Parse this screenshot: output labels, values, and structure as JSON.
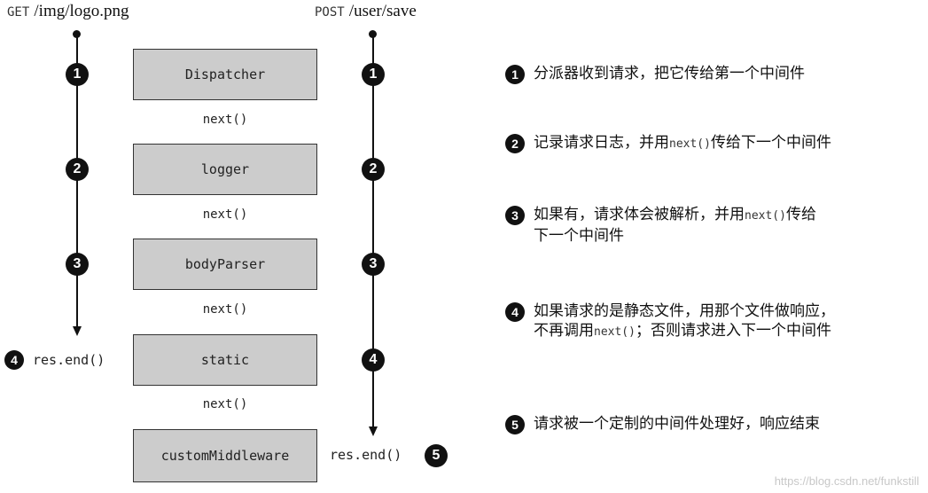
{
  "requests": {
    "get": {
      "method": "GET",
      "path": "/img/logo.png",
      "end": "res.end()",
      "end_step": "4",
      "badges": [
        "1",
        "2",
        "3"
      ]
    },
    "post": {
      "method": "POST",
      "path": "/user/save",
      "end": "res.end()",
      "end_step": "5",
      "badges": [
        "1",
        "2",
        "3",
        "4"
      ]
    }
  },
  "middleware": [
    "Dispatcher",
    "logger",
    "bodyParser",
    "static",
    "customMiddleware"
  ],
  "next_label": "next()",
  "steps": [
    {
      "num": "1",
      "line1": "分派器收到请求，把它传给第一个中间件"
    },
    {
      "num": "2",
      "line1_pre": "记录请求日志，并用",
      "line1_code": "next()",
      "line1_post": "传给下一个中间件"
    },
    {
      "num": "3",
      "line1_pre": "如果有，请求体会被解析，并用",
      "line1_code": "next()",
      "line1_post": "传给",
      "line2": "下一个中间件"
    },
    {
      "num": "4",
      "line1": "如果请求的是静态文件，用那个文件做响应，",
      "line2_pre": "不再调用",
      "line2_code": "next()",
      "line2_post": "；否则请求进入下一个中间件"
    },
    {
      "num": "5",
      "line1": "请求被一个定制的中间件处理好，响应结束"
    }
  ],
  "watermark": "https://blog.csdn.net/funkstill"
}
